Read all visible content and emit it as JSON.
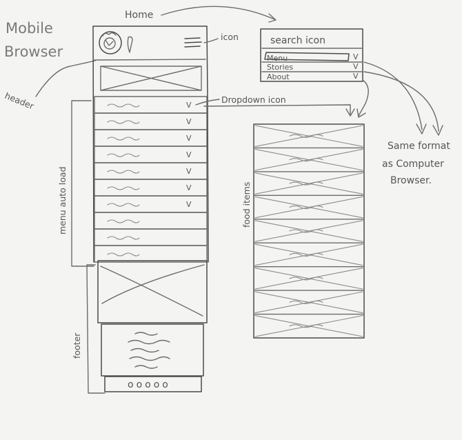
{
  "labels": {
    "title_line1": "Mobile",
    "title_line2": "Browser",
    "home": "Home",
    "icon": "icon",
    "header": "header",
    "dropdown_icon": "Dropdown icon",
    "menu_auto_load": "menu auto load",
    "footer": "footer",
    "food_items": "food items",
    "same_format_line1": "Same format",
    "same_format_line2": "as Computer",
    "same_format_line3": "Browser."
  },
  "dropdown_panel": {
    "search": "search icon",
    "items": [
      "Menu",
      "Stories",
      "About"
    ]
  },
  "checkmark": "V",
  "page_indicator": "ooooo",
  "menu_rows": 10,
  "food_rows": 9
}
